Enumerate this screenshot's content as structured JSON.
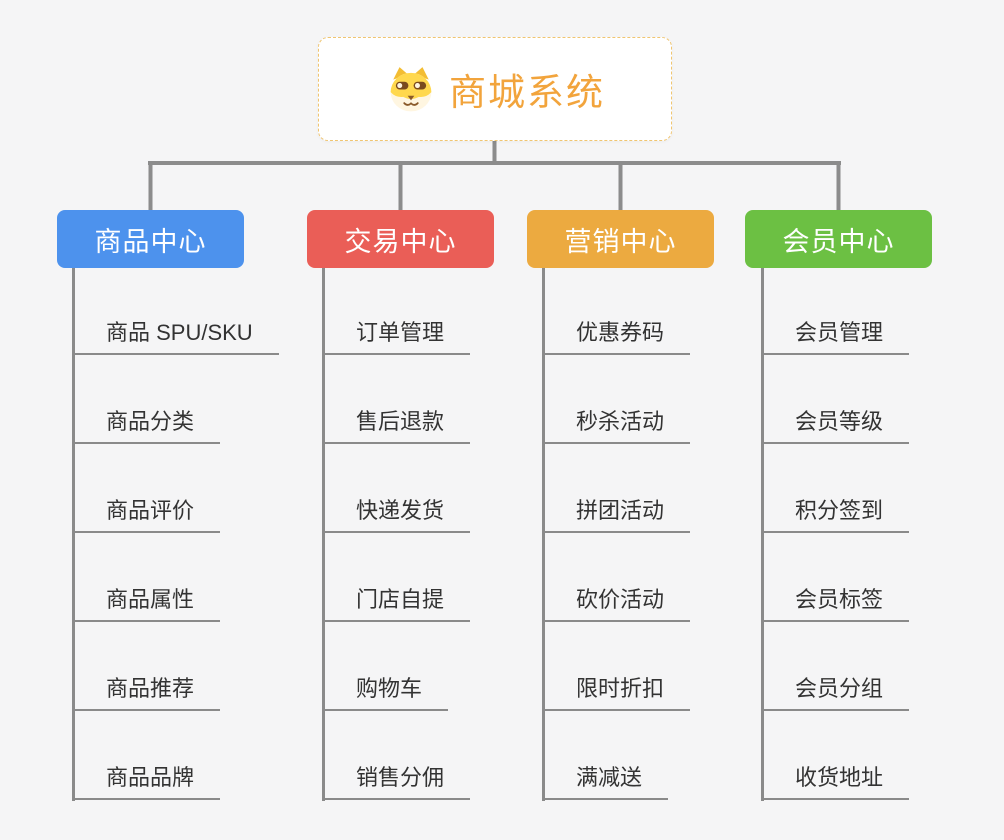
{
  "page": {
    "background_color": "#F5F5F6",
    "connector_color": "#8C8C8C"
  },
  "root": {
    "title": "商城系统",
    "icon": "shiba-dog-icon",
    "text_color": "#F2A43C",
    "border_color": "#F0C571"
  },
  "branches": [
    {
      "label": "商品中心",
      "color": "#4D92ED",
      "items": [
        "商品 SPU/SKU",
        "商品分类",
        "商品评价",
        "商品属性",
        "商品推荐",
        "商品品牌"
      ]
    },
    {
      "label": "交易中心",
      "color": "#EA5E57",
      "items": [
        "订单管理",
        "售后退款",
        "快递发货",
        "门店自提",
        "购物车",
        "销售分佣"
      ]
    },
    {
      "label": "营销中心",
      "color": "#ECAA40",
      "items": [
        "优惠券码",
        "秒杀活动",
        "拼团活动",
        "砍价活动",
        "限时折扣",
        "满减送"
      ]
    },
    {
      "label": "会员中心",
      "color": "#6CC043",
      "items": [
        "会员管理",
        "会员等级",
        "积分签到",
        "会员标签",
        "会员分组",
        "收货地址"
      ]
    }
  ]
}
